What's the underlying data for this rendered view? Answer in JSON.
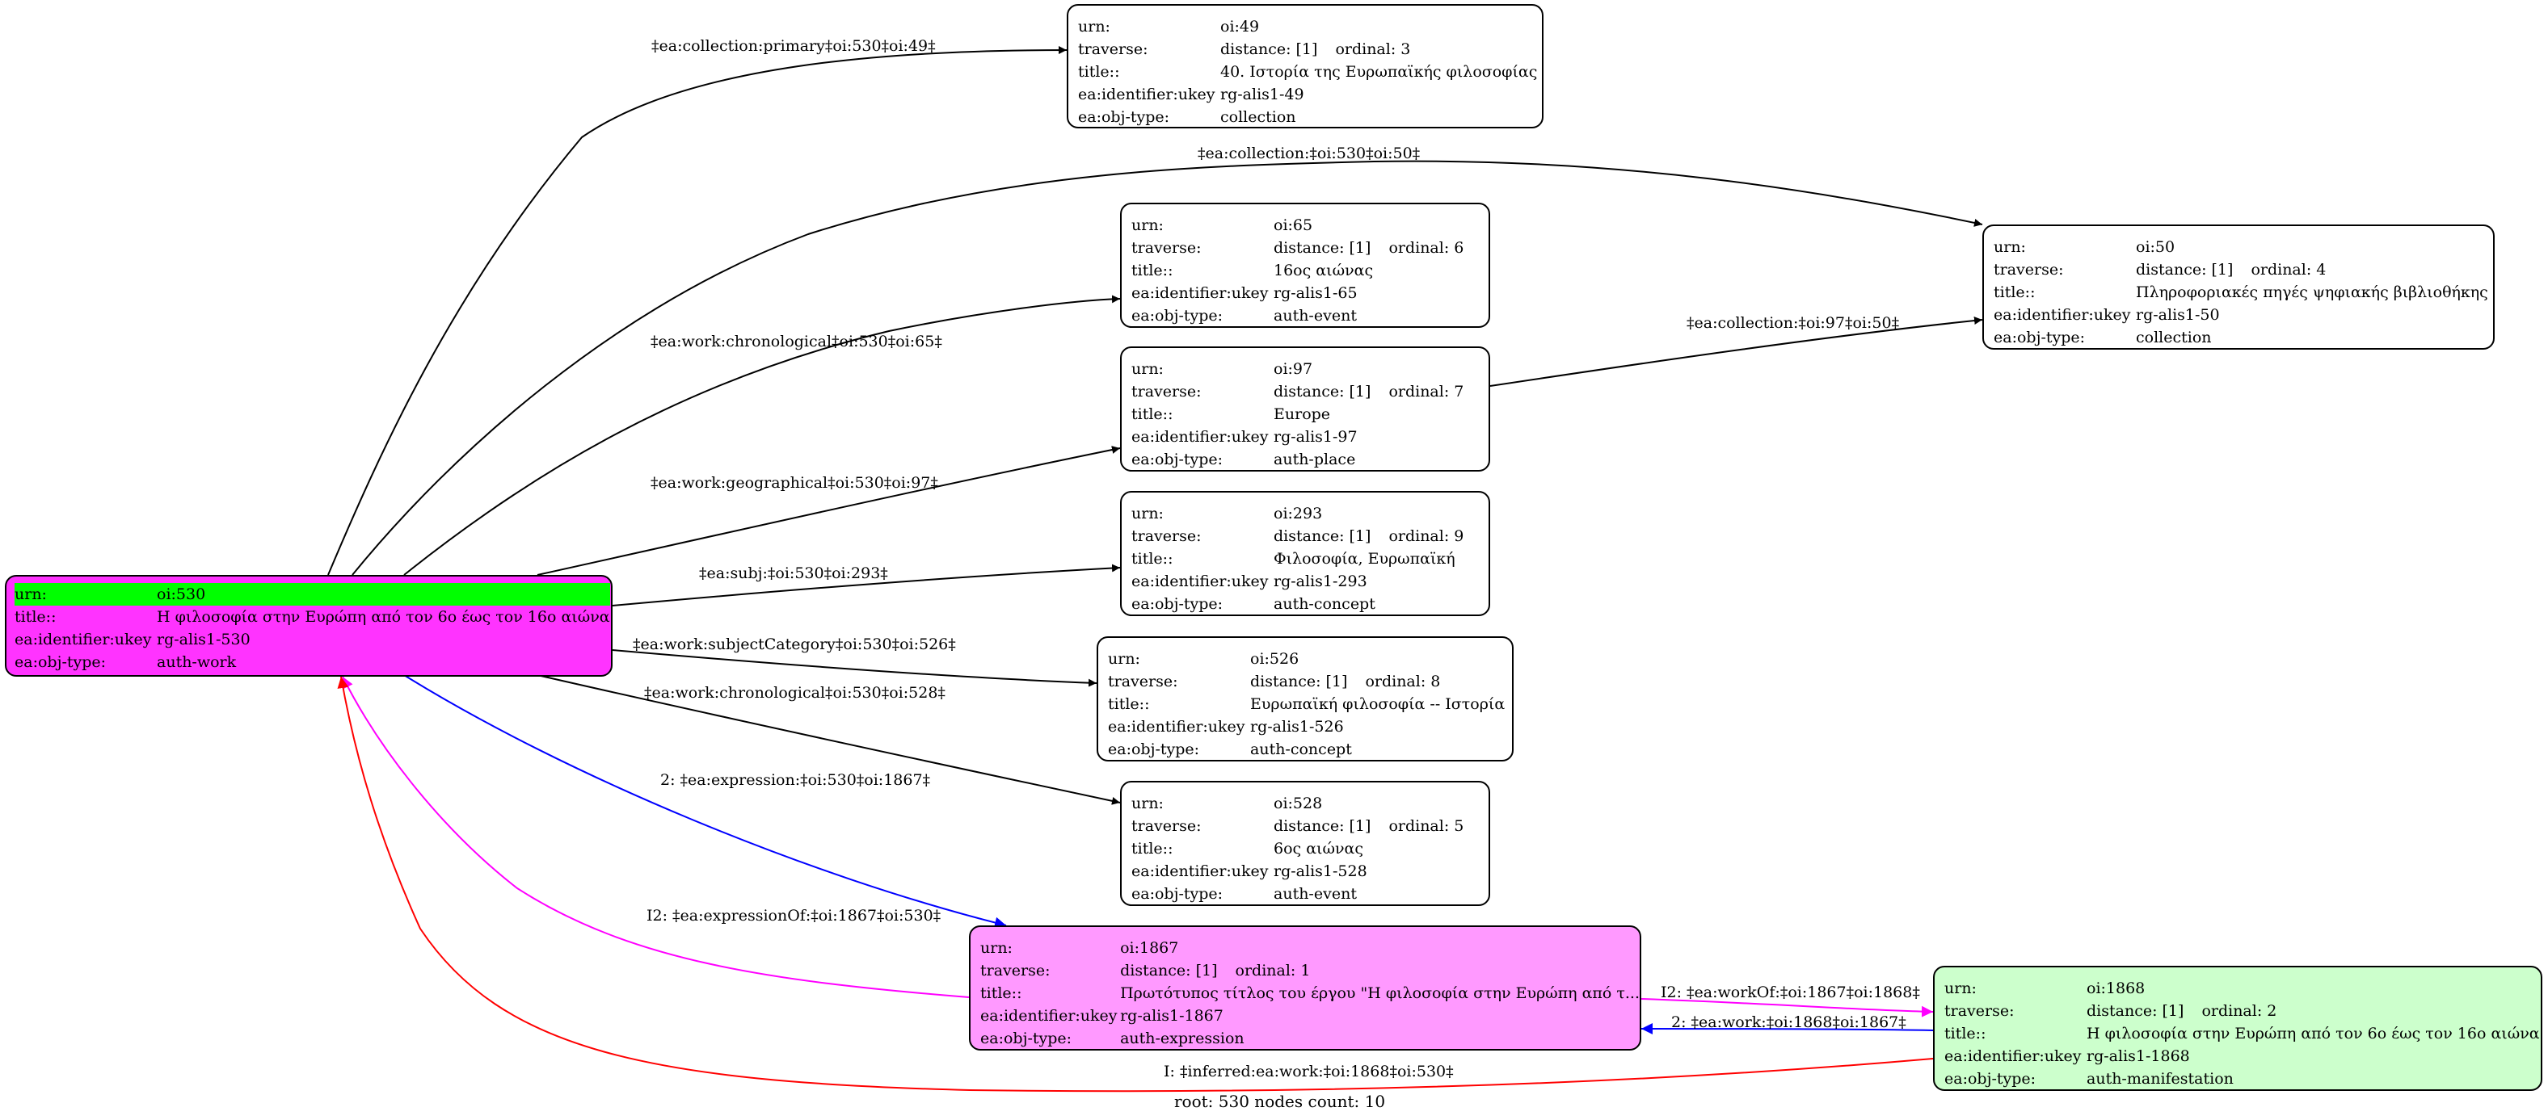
{
  "keys": {
    "urn": "urn:",
    "traverse": "traverse:",
    "title": "title::",
    "ukey": "ea:identifier:ukey",
    "objtype": "ea:obj-type:"
  },
  "nodes": {
    "n530": {
      "urn": "oi:530",
      "title": "Η φιλοσοφία στην Ευρώπη από τον 6ο έως τον 16ο αιώνα",
      "ukey": "rg-alis1-530",
      "objtype": "auth-work",
      "fill": "#ff33ff",
      "header_fill": "#00ff00"
    },
    "n49": {
      "urn": "oi:49",
      "distance": "distance: [1]",
      "ordinal": "ordinal: 3",
      "title": "40. Ιστορία της Ευρωπαϊκής φιλοσοφίας",
      "ukey": "rg-alis1-49",
      "objtype": "collection"
    },
    "n50": {
      "urn": "oi:50",
      "distance": "distance: [1]",
      "ordinal": "ordinal: 4",
      "title": "Πληροφοριακές πηγές ψηφιακής βιβλιοθήκης",
      "ukey": "rg-alis1-50",
      "objtype": "collection"
    },
    "n65": {
      "urn": "oi:65",
      "distance": "distance: [1]",
      "ordinal": "ordinal: 6",
      "title": "16ος αιώνας",
      "ukey": "rg-alis1-65",
      "objtype": "auth-event"
    },
    "n97": {
      "urn": "oi:97",
      "distance": "distance: [1]",
      "ordinal": "ordinal: 7",
      "title": "Europe",
      "ukey": "rg-alis1-97",
      "objtype": "auth-place"
    },
    "n293": {
      "urn": "oi:293",
      "distance": "distance: [1]",
      "ordinal": "ordinal: 9",
      "title": "Φιλοσοφία, Ευρωπαϊκή",
      "ukey": "rg-alis1-293",
      "objtype": "auth-concept"
    },
    "n526": {
      "urn": "oi:526",
      "distance": "distance: [1]",
      "ordinal": "ordinal: 8",
      "title": "Ευρωπαϊκή φιλοσοφία -- Ιστορία",
      "ukey": "rg-alis1-526",
      "objtype": "auth-concept"
    },
    "n528": {
      "urn": "oi:528",
      "distance": "distance: [1]",
      "ordinal": "ordinal: 5",
      "title": "6ος αιώνας",
      "ukey": "rg-alis1-528",
      "objtype": "auth-event"
    },
    "n1867": {
      "urn": "oi:1867",
      "distance": "distance: [1]",
      "ordinal": "ordinal: 1",
      "title": "Πρωτότυπος τίτλος του έργου \"Η φιλοσοφία στην Ευρώπη από τ...",
      "ukey": "rg-alis1-1867",
      "objtype": "auth-expression",
      "fill": "#ff99ff"
    },
    "n1868": {
      "urn": "oi:1868",
      "distance": "distance: [1]",
      "ordinal": "ordinal: 2",
      "title": "Η φιλοσοφία στην Ευρώπη από τον 6ο έως τον 16ο αιώνα",
      "ukey": "rg-alis1-1868",
      "objtype": "auth-manifestation",
      "fill": "#ccffcc"
    }
  },
  "edges": {
    "e49": "‡ea:collection:primary‡oi:530‡oi:49‡",
    "e50": "‡ea:collection:‡oi:530‡oi:50‡",
    "e65": "‡ea:work:chronological‡oi:530‡oi:65‡",
    "e97_50": "‡ea:collection:‡oi:97‡oi:50‡",
    "e97": "‡ea:work:geographical‡oi:530‡oi:97‡",
    "e293": "‡ea:subj:‡oi:530‡oi:293‡",
    "e526": "‡ea:work:subjectCategory‡oi:530‡oi:526‡",
    "e528": "‡ea:work:chronological‡oi:530‡oi:528‡",
    "e1867": "2: ‡ea:expression:‡oi:530‡oi:1867‡",
    "e1867_530": "I2: ‡ea:expressionOf:‡oi:1867‡oi:530‡",
    "e1867_1868": "I2: ‡ea:workOf:‡oi:1867‡oi:1868‡",
    "e1868_1867": "2: ‡ea:work:‡oi:1868‡oi:1867‡",
    "e1868_530": "I: ‡inferred:ea:work:‡oi:1868‡oi:530‡"
  },
  "colors": {
    "expression": "#0000ff",
    "inverse": "#ff00ff",
    "inferred": "#ff0000",
    "default": "#000000"
  },
  "footer": "root: 530 nodes count: 10"
}
